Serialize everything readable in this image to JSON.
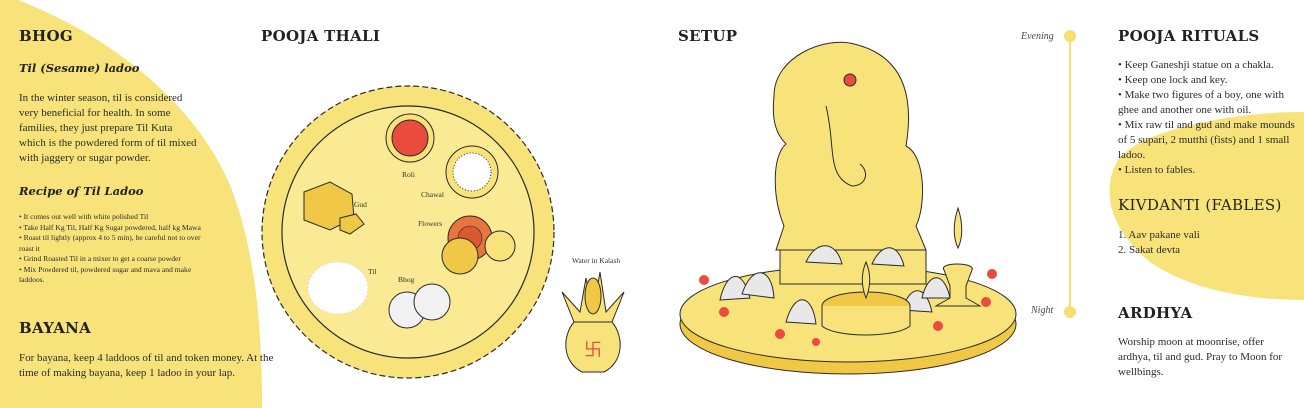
{
  "colors": {
    "yellow": "#f7e37a",
    "yellow_light": "#f9ea93",
    "red": "#e94b3c",
    "line": "#2b2b2b"
  },
  "bhog": {
    "title": "BHOG",
    "subtitle": "Til (Sesame) ladoo",
    "intro": "In the winter season, til is considered very beneficial for health. In some families, they just prepare Til Kuta which is the powdered form of til mixed with jaggery or sugar powder.",
    "recipe_title": "Recipe of Til Ladoo",
    "recipe_steps": [
      "It comes out well with white polished Til",
      "Take Half Kg Til, Half Kg Sugar powdered, half kg Mawa",
      "Roast til lightly (approx 4 to 5 min), be careful not to over roast it",
      "Grind Roasted Til in a mixer to get a coarse powder",
      "Mix Powdered til, powdered sugar and mava and make laddoos."
    ]
  },
  "bayana": {
    "title": "BAYANA",
    "text": "For bayana, keep 4 laddoos of til and token money. At the time of making bayana, keep 1 ladoo in your lap."
  },
  "thali": {
    "title": "POOJA THALI",
    "labels": {
      "roli": "Roli",
      "chawal": "Chawal",
      "gud": "Gud",
      "flowers": "Flowers",
      "til": "Til",
      "bhog": "Bhog"
    },
    "kalash_label": "Water in Kalash",
    "kalash_icon": "swastika-icon"
  },
  "setup": {
    "title": "SETUP"
  },
  "timeline": {
    "evening": "Evening",
    "night": "Night"
  },
  "rituals": {
    "title": "POOJA RITUALS",
    "items": [
      "Keep Ganeshji statue on a chakla.",
      "Keep one lock and key.",
      "Make two figures of a boy, one with ghee and another one with oil.",
      "Mix raw til and gud and make mounds of 5 supari, 2 mutthi (fists) and 1 small ladoo.",
      "Listen to fables."
    ]
  },
  "kivdanti": {
    "title": "KIVDANTI (FABLES)",
    "items": [
      "1. Aav pakane vali",
      "2. Sakat devta"
    ]
  },
  "ardhya": {
    "title": "ARDHYA",
    "text": "Worship moon at moonrise, offer ardhya, til and gud. Pray to Moon for wellbings."
  }
}
